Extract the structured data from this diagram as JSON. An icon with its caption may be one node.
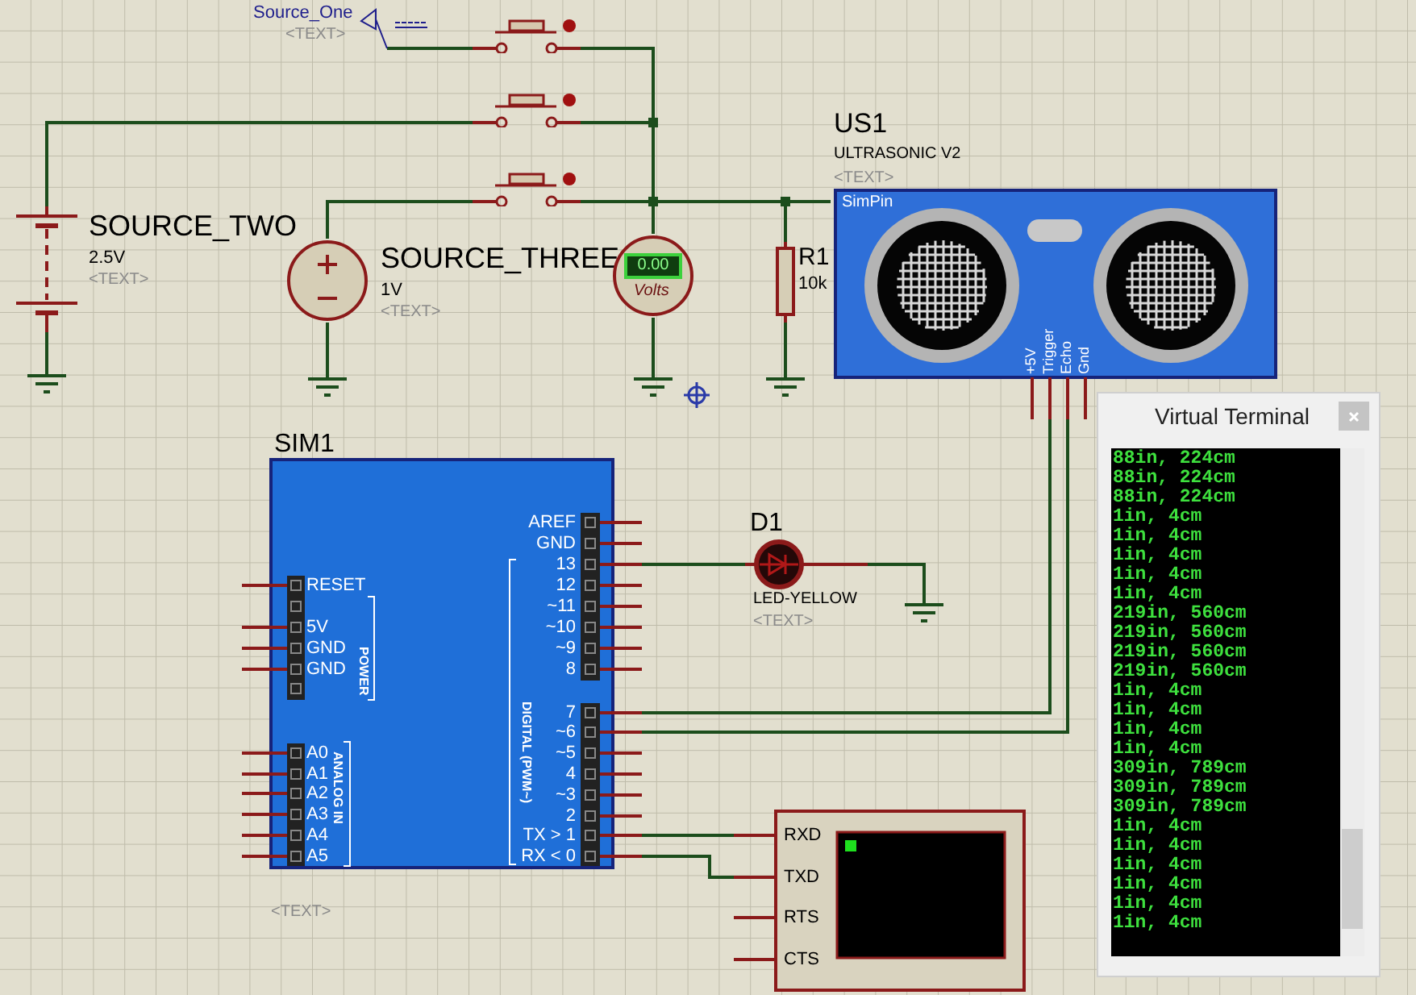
{
  "diagram": {
    "nodes": [
      {
        "text": [
          "Source_One",
          "<TEXT>"
        ]
      },
      {
        "text": [],
        "shape": "switch"
      },
      {
        "text": [],
        "shape": "switch"
      },
      {
        "text": [],
        "shape": "switch"
      },
      {
        "text": [
          "SOURCE_TWO",
          "2.5V",
          "<TEXT>"
        ]
      },
      {
        "text": [
          "SOURCE_THREE",
          "1V",
          "<TEXT>"
        ]
      },
      {
        "text": [
          "0.00",
          "Volts"
        ]
      },
      {
        "text": [
          "R1",
          "10k"
        ]
      },
      {
        "text": [
          "US1",
          "ULTRASONIC V2",
          "<TEXT>",
          "SimPin",
          "+5V",
          "Trigger",
          "Echo",
          "Gnd"
        ]
      },
      {
        "text": [
          "SIM1",
          "AREF",
          "GND",
          "13",
          "12",
          "~11",
          "~10",
          "~9",
          "8",
          "7",
          "~6",
          "~5",
          "4",
          "~3",
          "2",
          "TX > 1",
          "RX < 0",
          "RESET",
          "5V",
          "GND",
          "GND",
          "POWER",
          "A0",
          "A1",
          "A2",
          "A3",
          "A4",
          "A5",
          "ANALOG IN",
          "DIGITAL (PWM~)",
          "<TEXT>"
        ]
      },
      {
        "text": [
          "D1",
          "LED-YELLOW",
          "<TEXT>"
        ]
      },
      {
        "text": [
          "RXD",
          "TXD",
          "RTS",
          "CTS"
        ]
      },
      {
        "text": [
          "Virtual Terminal",
          "88in, 224cm",
          "88in, 224cm",
          "88in, 224cm",
          "1in, 4cm",
          "1in, 4cm",
          "1in, 4cm",
          "1in, 4cm",
          "1in, 4cm",
          "219in, 560cm",
          "219in, 560cm",
          "219in, 560cm",
          "219in, 560cm",
          "1in, 4cm",
          "1in, 4cm",
          "1in, 4cm",
          "1in, 4cm",
          "309in, 789cm",
          "309in, 789cm",
          "309in, 789cm",
          "1in, 4cm",
          "1in, 4cm",
          "1in, 4cm",
          "1in, 4cm",
          "1in, 4cm",
          "1in, 4cm"
        ]
      },
      {
        "text": [],
        "shape": "ground"
      },
      {
        "text": [],
        "shape": "ground"
      },
      {
        "text": [],
        "shape": "ground"
      },
      {
        "text": [],
        "shape": "ground"
      },
      {
        "text": [],
        "shape": "ground"
      }
    ],
    "edges": [
      {
        "from": 0,
        "to": 1,
        "arrow": "none"
      },
      {
        "from": 4,
        "to": 2,
        "arrow": "none"
      },
      {
        "from": 5,
        "to": 3,
        "arrow": "none"
      },
      {
        "from": 1,
        "to": 6,
        "arrow": "none"
      },
      {
        "from": 2,
        "to": 6,
        "arrow": "none"
      },
      {
        "from": 3,
        "to": 6,
        "arrow": "none"
      },
      {
        "from": 3,
        "to": 7,
        "arrow": "none"
      },
      {
        "from": 3,
        "to": 8,
        "arrow": "none"
      },
      {
        "from": 4,
        "to": 13,
        "arrow": "none"
      },
      {
        "from": 5,
        "to": 14,
        "arrow": "none"
      },
      {
        "from": 6,
        "to": 15,
        "arrow": "none"
      },
      {
        "from": 7,
        "to": 16,
        "arrow": "none"
      },
      {
        "from": 9,
        "to": 10,
        "arrow": "none"
      },
      {
        "from": 10,
        "to": 17,
        "arrow": "none"
      },
      {
        "from": 8,
        "to": 9,
        "arrow": "none"
      },
      {
        "from": 8,
        "to": 9,
        "arrow": "none"
      },
      {
        "from": 9,
        "to": 11,
        "arrow": "none"
      },
      {
        "from": 9,
        "to": 11,
        "arrow": "none"
      }
    ]
  }
}
